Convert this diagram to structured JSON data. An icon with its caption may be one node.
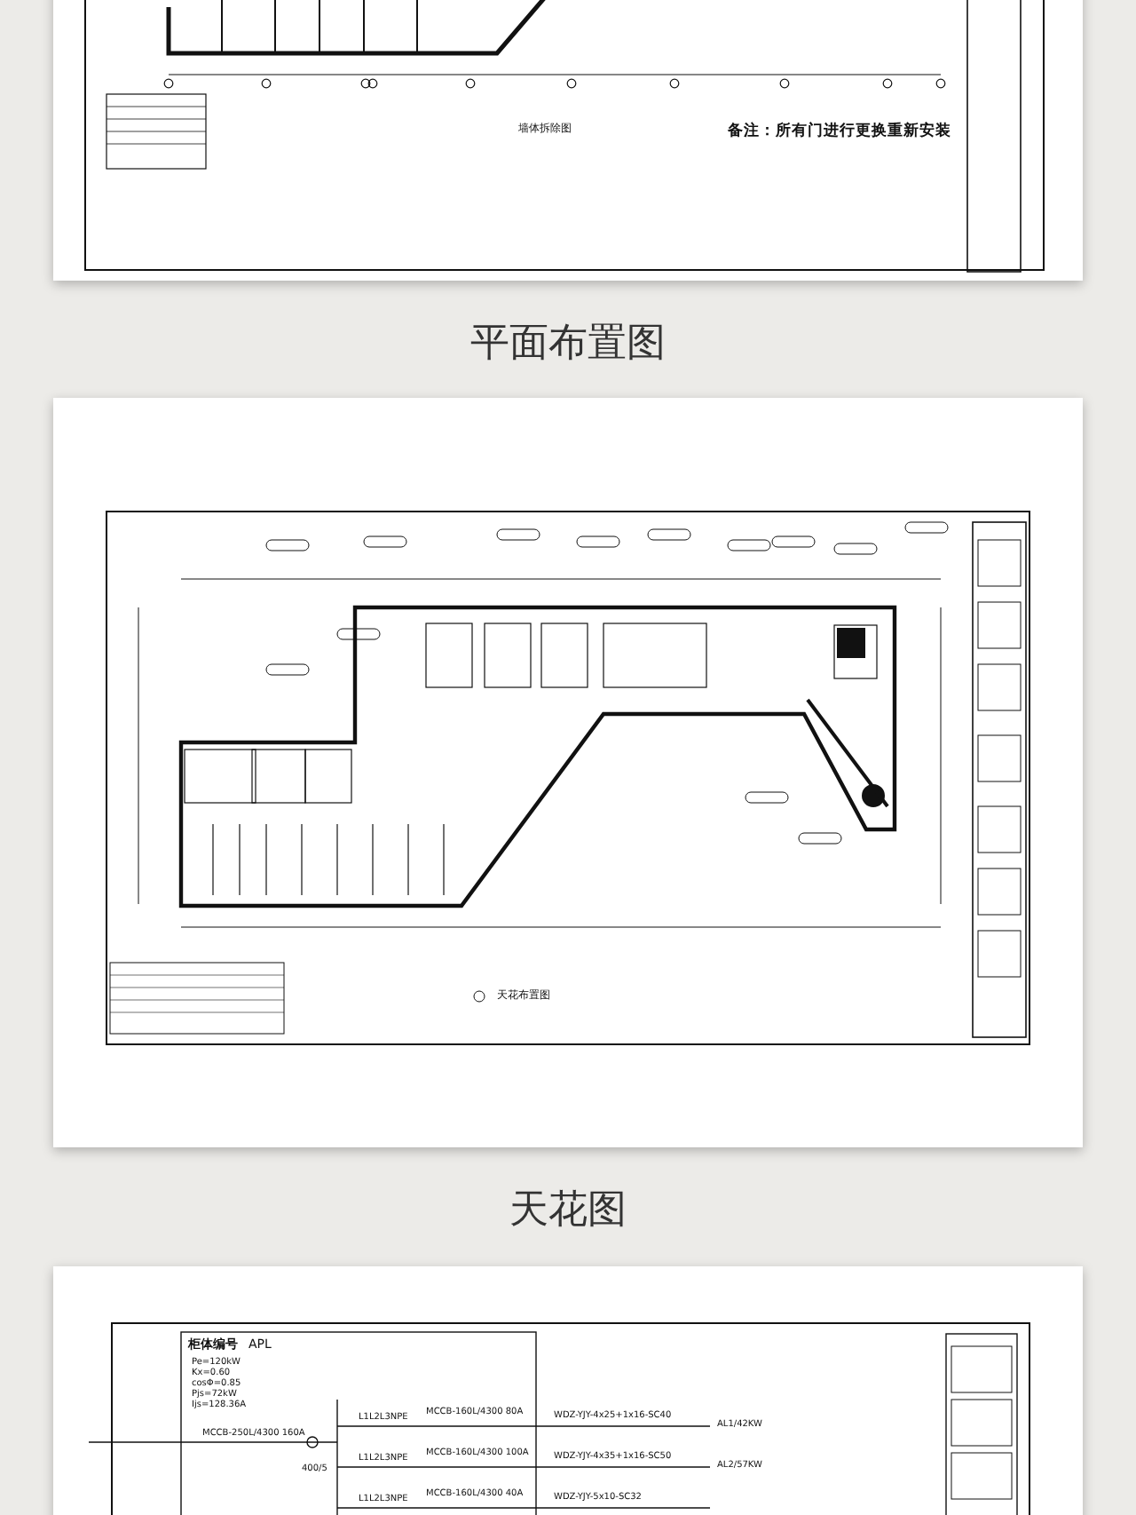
{
  "diagram": {
    "nodes": [
      {
        "text": [
          "墙体拆除图",
          "备注：所有门进行更换重新安装"
        ],
        "beside": [
          "平面布置图"
        ]
      },
      {
        "text": [
          "天花布置图"
        ],
        "beside": [
          "天花图"
        ]
      },
      {
        "text": [
          "柜体编号",
          "APL",
          "Pe=120kW",
          "Kx=0.60",
          "cosΦ=0.85",
          "Pjs=72kW",
          "Ijs=128.36A",
          "MCCB-250L/4300 160A",
          "400/5",
          "L1L2L3NPE",
          "MCCB-160L/4300 80A",
          "WDZ-YJY-4x25+1x16-SC40",
          "AL1/42KW",
          "L1L2L3NPE",
          "MCCB-160L/4300 100A",
          "WDZ-YJY-4x35+1x16-SC50",
          "AL2/57KW",
          "L1L2L3NPE",
          "MCCB-160L/4300 40A",
          "WDZ-YJY-5x10-SC32"
        ]
      }
    ]
  }
}
